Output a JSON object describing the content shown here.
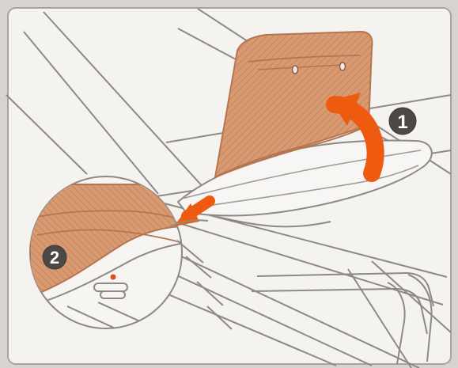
{
  "step_numbers": {
    "step1": "1",
    "step2": "2"
  },
  "colors": {
    "background": "#dedcd8",
    "panel": "#f3f2ef",
    "outline": "#8e8b86",
    "canopy_fill": "#d9a07a",
    "canopy_stroke": "#b8734d",
    "arrow_orange": "#e65b17",
    "badge_dark": "#4a4744",
    "dot_red": "#e04c1d"
  },
  "icons": {
    "step1_arrow": "curved-up-arrow",
    "step2_arrow": "straight-left-arrow",
    "zoom_detail": "magnifier-circle"
  }
}
